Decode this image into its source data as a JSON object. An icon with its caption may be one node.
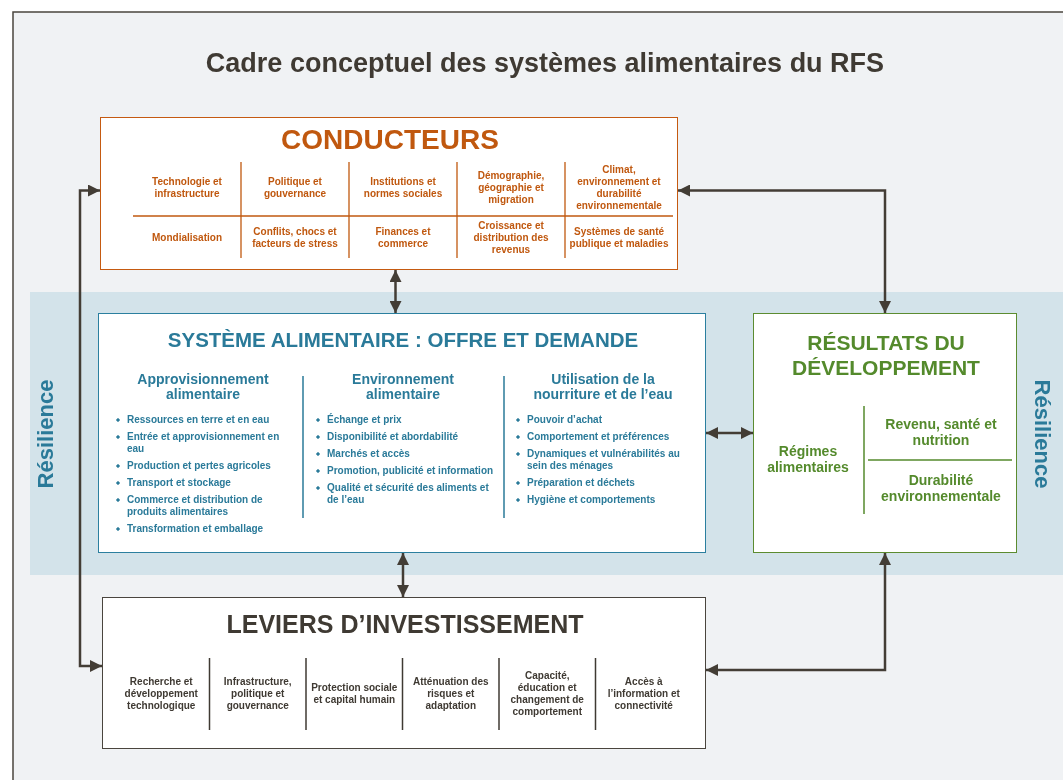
{
  "diagram": {
    "title": "Cadre conceptuel des systèmes alimentaires du RFS",
    "nodes": [
      {
        "text": [
          "CONDUCTEURS",
          "Technologie et infrastructure",
          "Politique et gouvernance",
          "Institutions et normes sociales",
          "Démographie, géographie et migration",
          "Climat, environnement et durabilité environnementale",
          "Mondialisation",
          "Conflits, chocs et facteurs de stress",
          "Finances et commerce",
          "Croissance et distribution des revenus",
          "Systèmes de santé publique et maladies"
        ]
      },
      {
        "text": [
          "Résilience",
          "Résilience"
        ]
      },
      {
        "text": [
          "SYSTÈME ALIMENTAIRE : OFFRE ET DEMANDE",
          "Approvisionnement alimentaire",
          "Ressources en terre et en eau",
          "Entrée et approvisionnement en eau",
          "Production et pertes agricoles",
          "Transport et stockage",
          "Commerce et distribution de produits alimentaires",
          "Transformation et emballage",
          "Environnement alimentaire",
          "Échange et prix",
          "Disponibilité et abordabilité",
          "Marchés et accès",
          "Promotion, publicité et information",
          "Qualité et sécurité des aliments et de l’eau",
          "Utilisation de la nourriture et de l’eau",
          "Pouvoir d’achat",
          "Comportement et préférences",
          "Dynamiques et vulnérabilités au sein des ménages",
          "Préparation et déchets",
          "Hygiène et comportements"
        ],
        "in": 1
      },
      {
        "text": [
          "RÉSULTATS DU DÉVELOPPEMENT",
          "Régimes alimentaires",
          "Revenu, santé et nutrition",
          "Durabilité environnementale"
        ],
        "in": 1
      },
      {
        "text": [
          "LEVIERS D’INVESTISSEMENT",
          "Recherche et développement technologique",
          "Infrastructure, politique et gouvernance",
          "Protection sociale et capital humain",
          "Atténuation des risques et adaptation",
          "Capacité, éducation et changement de comportement",
          "Accès à l’information et connectivité"
        ]
      }
    ],
    "edges": [
      {
        "from": 0,
        "to": 2,
        "arrow": "both"
      },
      {
        "from": 2,
        "to": 4,
        "arrow": "both"
      },
      {
        "from": 2,
        "to": 3,
        "arrow": "both"
      },
      {
        "from": 0,
        "to": 3,
        "arrow": "both"
      },
      {
        "from": 4,
        "to": 3,
        "arrow": "both"
      },
      {
        "from": 0,
        "to": 4,
        "arrow": "both"
      }
    ]
  }
}
